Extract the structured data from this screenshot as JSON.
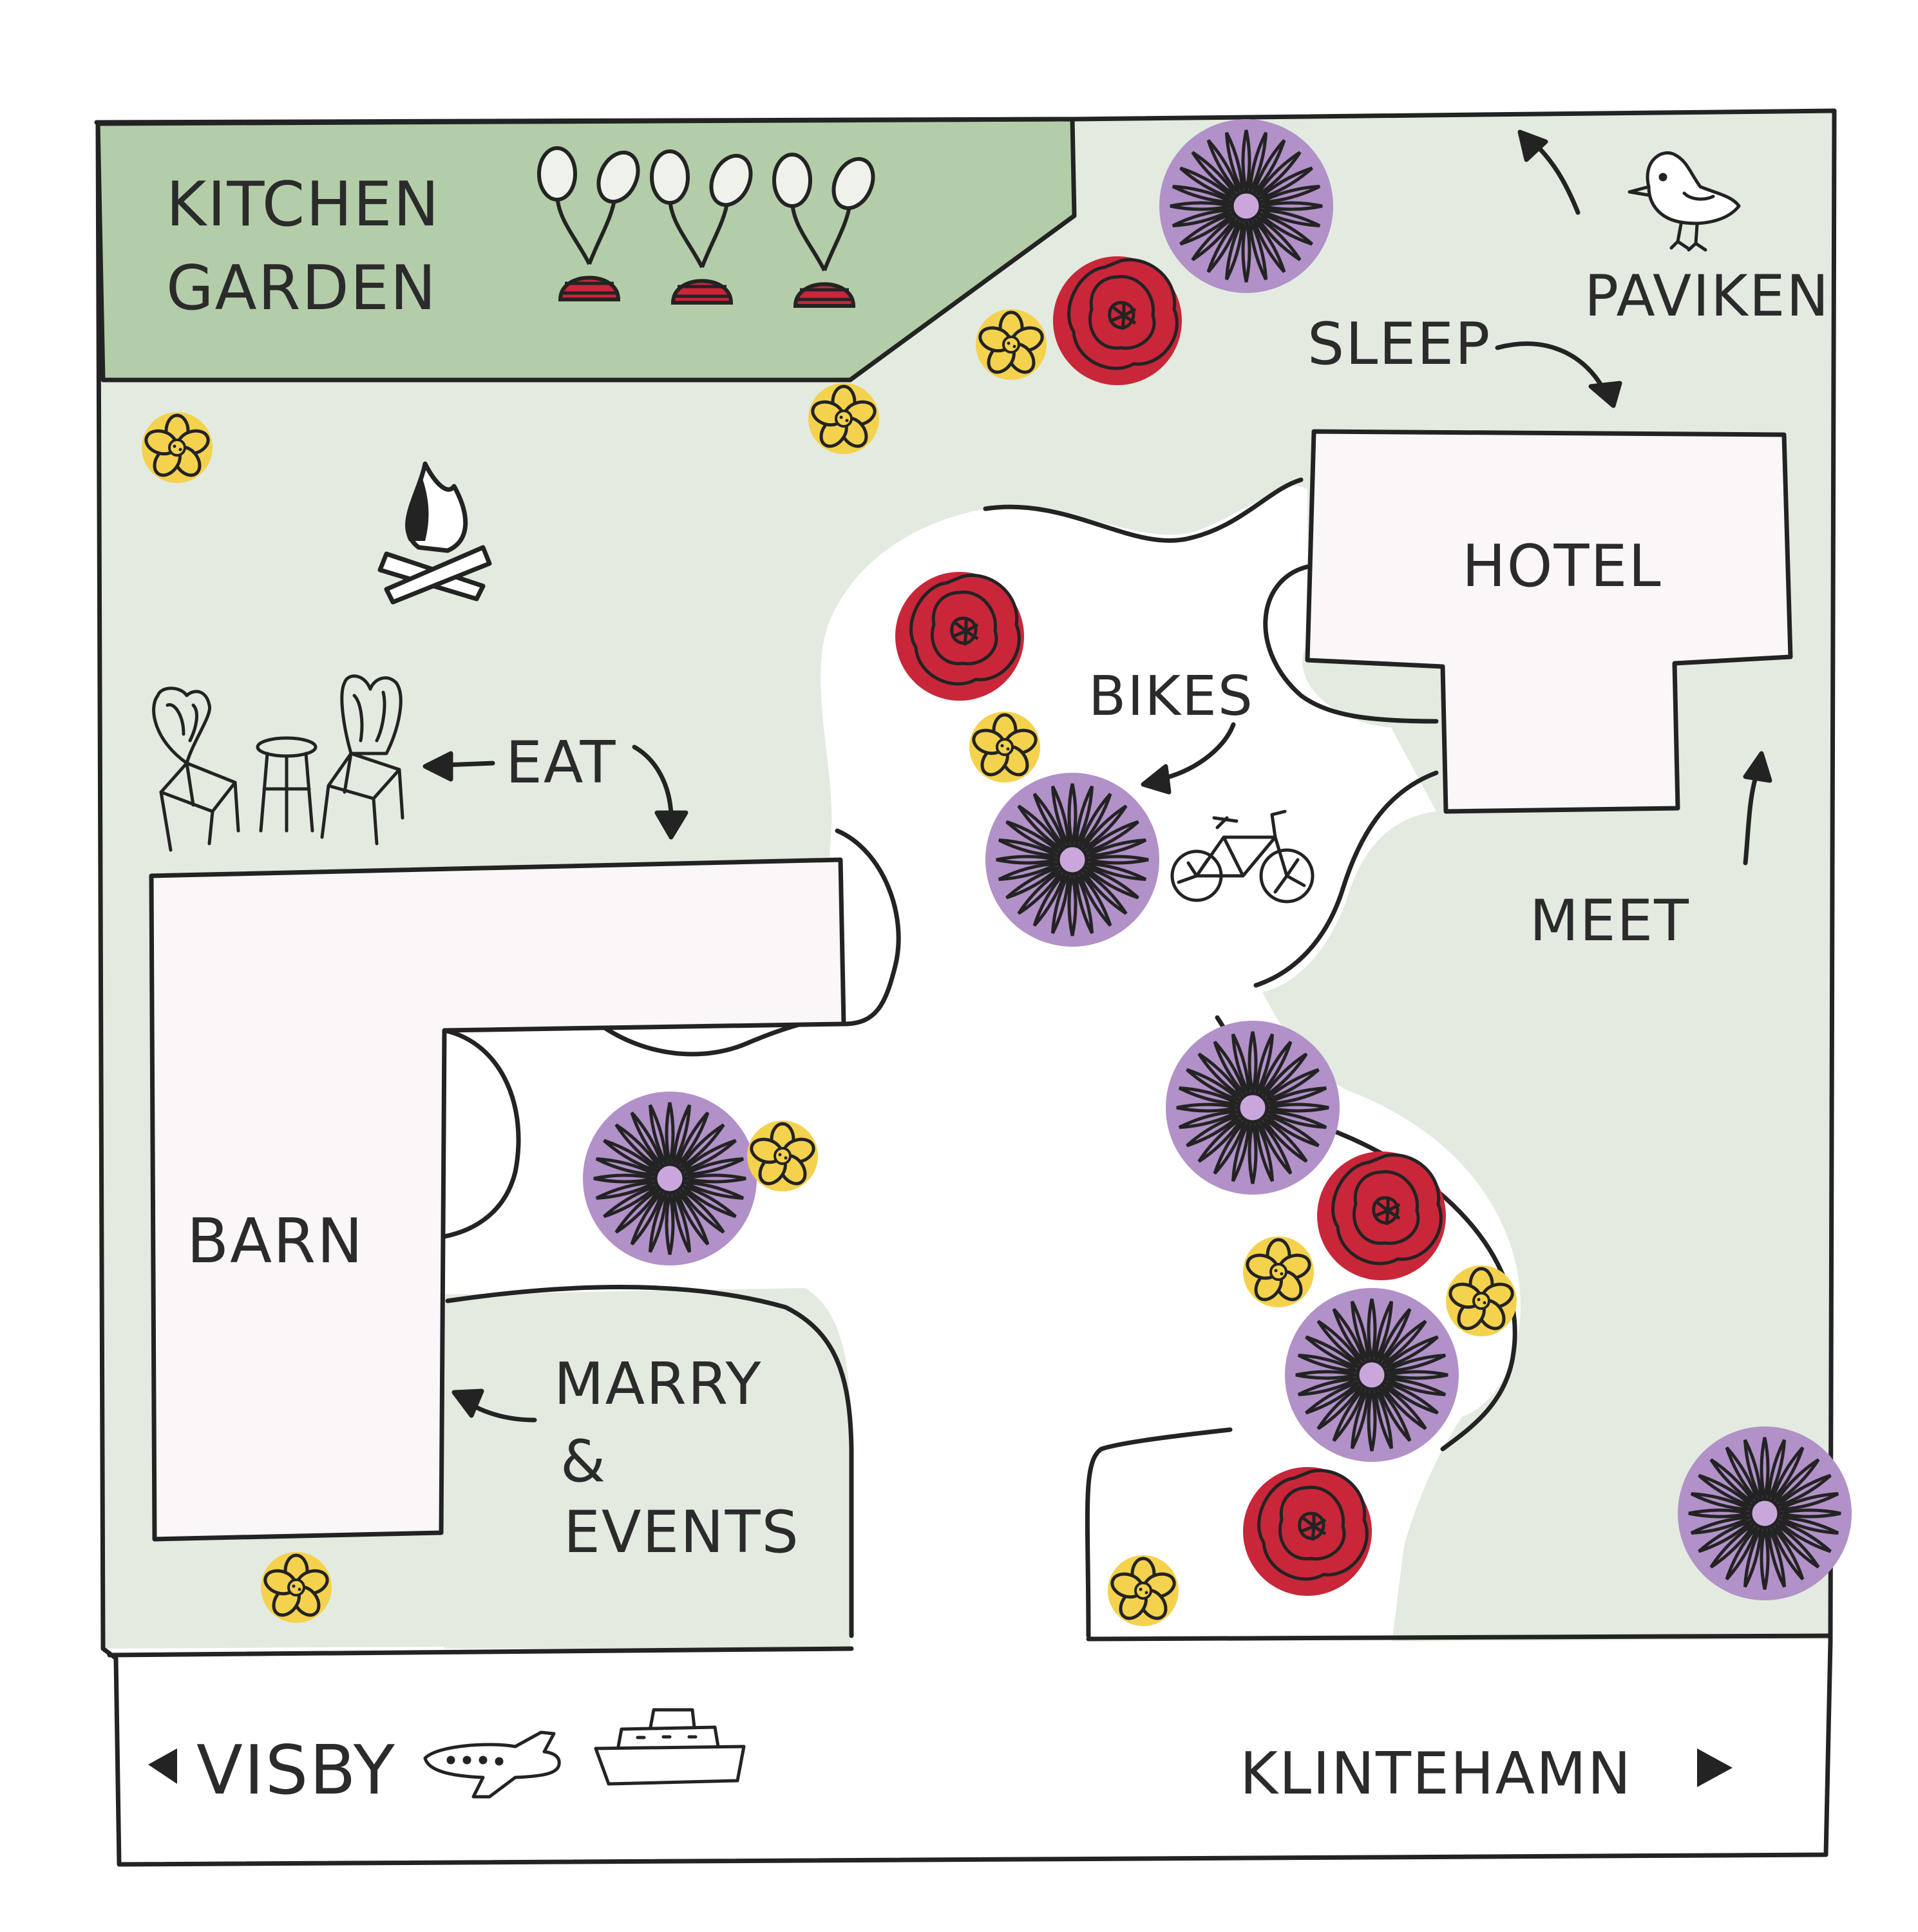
{
  "colors": {
    "lawn": "#e3ebe0",
    "kitchen_garden": "#b3cda9",
    "building": "#fbf7f8",
    "ink": "#232323",
    "purple_flower": "#b191c8",
    "purple_center": "#c9a7dc",
    "red_flower": "#c9263a",
    "yellow_flower": "#f4d24e",
    "paper": "#ffffff"
  },
  "areas": {
    "kitchen_garden": "KITCHEN\nGARDEN",
    "hotel": "HOTEL",
    "barn": "BARN"
  },
  "labels": {
    "kitchen_garden_line1": "KITCHEN",
    "kitchen_garden_line2": "GARDEN",
    "paviken": "PAVIKEN",
    "sleep": "SLEEP",
    "hotel": "HOTEL",
    "bikes": "BIKES",
    "eat": "EAT",
    "meet": "MEET",
    "barn": "BARN",
    "marry_line1": "MARRY",
    "marry_line2": "&",
    "marry_line3": "EVENTS"
  },
  "footer": {
    "left_destination": "VISBY",
    "right_destination": "KLINTEHAMN"
  },
  "icons": [
    "radish-icon",
    "campfire-icon",
    "bistro-chairs-icon",
    "bicycle-icon",
    "bird-icon",
    "airplane-icon",
    "ferry-icon",
    "daisy-icon",
    "poppy-icon",
    "yellow-flower-icon"
  ]
}
